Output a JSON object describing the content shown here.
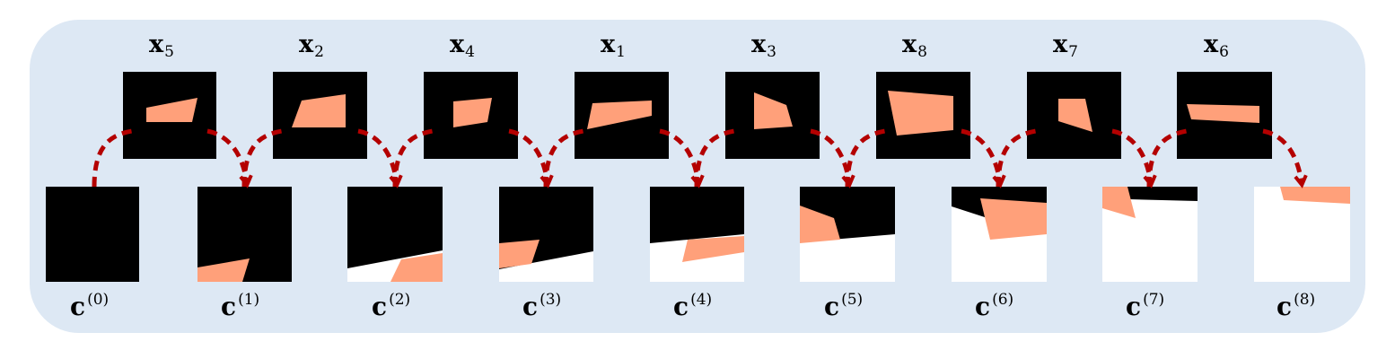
{
  "colors": {
    "panel": "#dde8f4",
    "patch": "#ffa07a",
    "arrow": "#b40000",
    "background": "#000000",
    "canvas": "#ffffff"
  },
  "inputs": [
    {
      "var": "x",
      "index": "5"
    },
    {
      "var": "x",
      "index": "2"
    },
    {
      "var": "x",
      "index": "4"
    },
    {
      "var": "x",
      "index": "1"
    },
    {
      "var": "x",
      "index": "3"
    },
    {
      "var": "x",
      "index": "8"
    },
    {
      "var": "x",
      "index": "7"
    },
    {
      "var": "x",
      "index": "6"
    }
  ],
  "canvases": [
    {
      "var": "c",
      "step": "(0)"
    },
    {
      "var": "c",
      "step": "(1)"
    },
    {
      "var": "c",
      "step": "(2)"
    },
    {
      "var": "c",
      "step": "(3)"
    },
    {
      "var": "c",
      "step": "(4)"
    },
    {
      "var": "c",
      "step": "(5)"
    },
    {
      "var": "c",
      "step": "(6)"
    },
    {
      "var": "c",
      "step": "(7)"
    },
    {
      "var": "c",
      "step": "(8)"
    }
  ]
}
